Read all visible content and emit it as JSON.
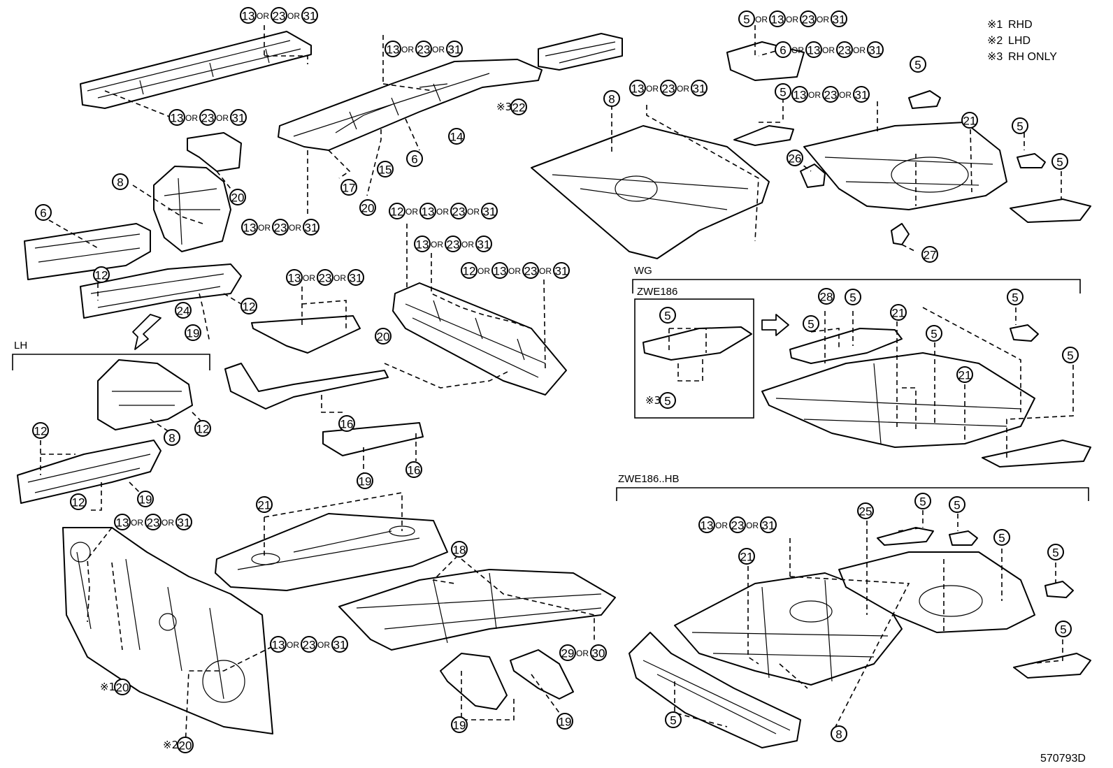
{
  "legend": [
    {
      "mark": "※1",
      "text": "RHD"
    },
    {
      "mark": "※2",
      "text": "LHD"
    },
    {
      "mark": "※3",
      "text": "RH ONLY"
    }
  ],
  "separator": "OR",
  "group_labels": {
    "lh": "LH",
    "wg": "WG",
    "zwe186": "ZWE186",
    "zwe186_hb": "ZWE186..HB"
  },
  "diagram_code": "570793D",
  "callouts": [
    {
      "id": "c1",
      "nums": [
        "13",
        "23",
        "31"
      ]
    },
    {
      "id": "c2",
      "nums": [
        "13",
        "23",
        "31"
      ]
    },
    {
      "id": "c3",
      "nums": [
        "13",
        "23",
        "31"
      ]
    },
    {
      "id": "c4",
      "nums": [
        "22"
      ],
      "mark": "※3"
    },
    {
      "id": "c5",
      "nums": [
        "14"
      ]
    },
    {
      "id": "c6",
      "nums": [
        "6"
      ]
    },
    {
      "id": "c7",
      "nums": [
        "15"
      ]
    },
    {
      "id": "c8",
      "nums": [
        "17"
      ]
    },
    {
      "id": "c9",
      "nums": [
        "20"
      ]
    },
    {
      "id": "c10",
      "nums": [
        "20"
      ]
    },
    {
      "id": "c11",
      "nums": [
        "8"
      ]
    },
    {
      "id": "c12",
      "nums": [
        "6"
      ]
    },
    {
      "id": "c13",
      "nums": [
        "13",
        "23",
        "31"
      ]
    },
    {
      "id": "c14",
      "nums": [
        "12"
      ]
    },
    {
      "id": "c15",
      "nums": [
        "24"
      ]
    },
    {
      "id": "c16",
      "nums": [
        "12"
      ]
    },
    {
      "id": "c17",
      "nums": [
        "19"
      ]
    },
    {
      "id": "c18",
      "nums": [
        "13",
        "23",
        "31"
      ]
    },
    {
      "id": "c19",
      "nums": [
        "12",
        "13",
        "23",
        "31"
      ]
    },
    {
      "id": "c20",
      "nums": [
        "13",
        "23",
        "31"
      ]
    },
    {
      "id": "c21",
      "nums": [
        "12",
        "13",
        "23",
        "31"
      ]
    },
    {
      "id": "c22",
      "nums": [
        "20"
      ]
    },
    {
      "id": "c23",
      "nums": [
        "16"
      ]
    },
    {
      "id": "c24",
      "nums": [
        "19"
      ]
    },
    {
      "id": "c25",
      "nums": [
        "16"
      ]
    },
    {
      "id": "c26",
      "nums": [
        "8"
      ]
    },
    {
      "id": "c27",
      "nums": [
        "12"
      ]
    },
    {
      "id": "c28",
      "nums": [
        "12"
      ]
    },
    {
      "id": "c29",
      "nums": [
        "12"
      ]
    },
    {
      "id": "c30",
      "nums": [
        "19"
      ]
    },
    {
      "id": "c31",
      "nums": [
        "21"
      ]
    },
    {
      "id": "c32",
      "nums": [
        "13",
        "23",
        "31"
      ]
    },
    {
      "id": "c33",
      "nums": [
        "18"
      ]
    },
    {
      "id": "c34",
      "nums": [
        "13",
        "23",
        "31"
      ]
    },
    {
      "id": "c35",
      "nums": [
        "20"
      ],
      "mark": "※1"
    },
    {
      "id": "c36",
      "nums": [
        "20"
      ],
      "mark": "※2"
    },
    {
      "id": "c37",
      "nums": [
        "29",
        "30"
      ]
    },
    {
      "id": "c38",
      "nums": [
        "19"
      ]
    },
    {
      "id": "c39",
      "nums": [
        "19"
      ]
    },
    {
      "id": "c40",
      "nums": [
        "5",
        "13",
        "23",
        "31"
      ]
    },
    {
      "id": "c41",
      "nums": [
        "6",
        "13",
        "23",
        "31"
      ]
    },
    {
      "id": "c42",
      "nums": [
        "5"
      ]
    },
    {
      "id": "c43",
      "nums": [
        "8"
      ]
    },
    {
      "id": "c44",
      "nums": [
        "13",
        "23",
        "31"
      ]
    },
    {
      "id": "c45",
      "nums": [
        "5"
      ]
    },
    {
      "id": "c46",
      "nums": [
        "13",
        "23",
        "31"
      ]
    },
    {
      "id": "c47",
      "nums": [
        "21"
      ]
    },
    {
      "id": "c48",
      "nums": [
        "5"
      ]
    },
    {
      "id": "c49",
      "nums": [
        "26"
      ]
    },
    {
      "id": "c50",
      "nums": [
        "5"
      ]
    },
    {
      "id": "c51",
      "nums": [
        "27"
      ]
    },
    {
      "id": "c52",
      "nums": [
        "5"
      ]
    },
    {
      "id": "c53",
      "nums": [
        "5"
      ],
      "mark": "※3"
    },
    {
      "id": "c54",
      "nums": [
        "28"
      ]
    },
    {
      "id": "c55",
      "nums": [
        "5"
      ]
    },
    {
      "id": "c56",
      "nums": [
        "5"
      ]
    },
    {
      "id": "c57",
      "nums": [
        "21"
      ]
    },
    {
      "id": "c58",
      "nums": [
        "5"
      ]
    },
    {
      "id": "c59",
      "nums": [
        "5"
      ]
    },
    {
      "id": "c60",
      "nums": [
        "21"
      ]
    },
    {
      "id": "c61",
      "nums": [
        "5"
      ]
    },
    {
      "id": "c62",
      "nums": [
        "13",
        "23",
        "31"
      ]
    },
    {
      "id": "c63",
      "nums": [
        "25"
      ]
    },
    {
      "id": "c64",
      "nums": [
        "5"
      ]
    },
    {
      "id": "c65",
      "nums": [
        "5"
      ]
    },
    {
      "id": "c66",
      "nums": [
        "5"
      ]
    },
    {
      "id": "c67",
      "nums": [
        "21"
      ]
    },
    {
      "id": "c68",
      "nums": [
        "5"
      ]
    },
    {
      "id": "c69",
      "nums": [
        "5"
      ]
    },
    {
      "id": "c70",
      "nums": [
        "5"
      ]
    },
    {
      "id": "c71",
      "nums": [
        "8"
      ]
    }
  ]
}
